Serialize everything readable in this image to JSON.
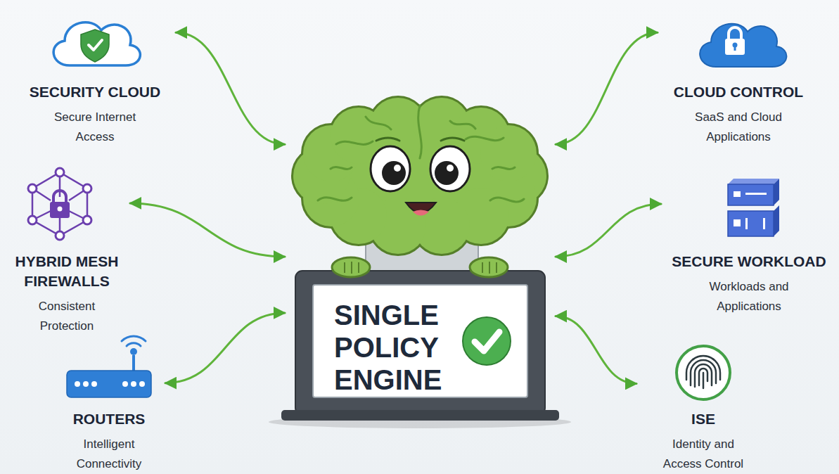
{
  "diagram": {
    "nodes": [
      {
        "text": [
          "SECURITY CLOUD",
          "Secure Internet Access"
        ]
      },
      {
        "text": [
          "CLOUD CONTROL",
          "SaaS and Cloud Applications"
        ]
      },
      {
        "text": [
          "HYBRID MESH FIREWALLS",
          "Consistent Protection"
        ]
      },
      {
        "text": [
          "SINGLE POLICY ENGINE"
        ]
      },
      {
        "text": [
          "SECURE WORKLOAD",
          "Workloads and Applications"
        ]
      },
      {
        "text": [
          "ROUTERS",
          "Intelligent Connectivity"
        ]
      },
      {
        "text": [
          "ISE",
          "Identity and Access Control"
        ]
      }
    ],
    "edges": [
      {
        "from": 0,
        "to": 3,
        "arrow": "both"
      },
      {
        "from": 1,
        "to": 3,
        "arrow": "both"
      },
      {
        "from": 2,
        "to": 3,
        "arrow": "both"
      },
      {
        "from": 4,
        "to": 3,
        "arrow": "both"
      },
      {
        "from": 5,
        "to": 3,
        "arrow": "both"
      },
      {
        "from": 6,
        "to": 3,
        "arrow": "both"
      }
    ]
  }
}
